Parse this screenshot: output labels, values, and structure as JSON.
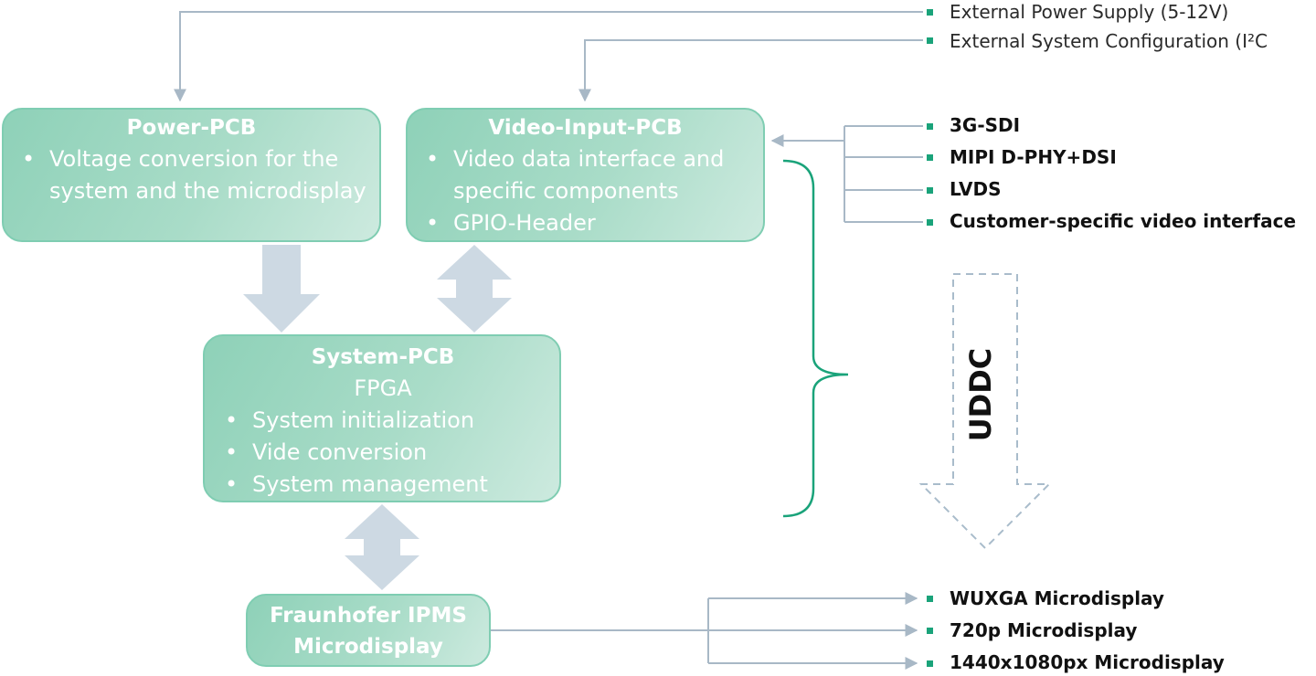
{
  "boxes": {
    "power_pcb": {
      "title": "Power-PCB",
      "bullets": [
        "Voltage conversion for the system and the microdisplay"
      ]
    },
    "video_input_pcb": {
      "title": "Video-Input-PCB",
      "bullets": [
        "Video data interface and specific components",
        "GPIO-Header"
      ]
    },
    "system_pcb": {
      "title": "System-PCB",
      "subtitle": "FPGA",
      "bullets": [
        "System initialization",
        "Vide conversion",
        "System management"
      ]
    },
    "microdisplay": {
      "title_line1": "Fraunhofer IPMS",
      "title_line2": "Microdisplay"
    }
  },
  "external_inputs": [
    "External Power Supply (5-12V)",
    "External System Configuration (I²C"
  ],
  "video_interfaces": [
    "3G-SDI",
    "MIPI D-PHY+DSI",
    "LVDS",
    "Customer-specific video interface"
  ],
  "microdisplay_variants": [
    "WUXGA Microdisplay",
    "720p Microdisplay",
    "1440x1080px Microdisplay"
  ],
  "uddc_label": "UDDC",
  "colors": {
    "box_fill": "#a9dcc8",
    "box_border": "#7fcdb2",
    "connector_line": "#a8b8c6",
    "block_arrow": "#cdd9e3",
    "brace": "#1aa37a",
    "bullet_marker": "#1aa37a",
    "dashed_arrow": "#a9bccb"
  }
}
